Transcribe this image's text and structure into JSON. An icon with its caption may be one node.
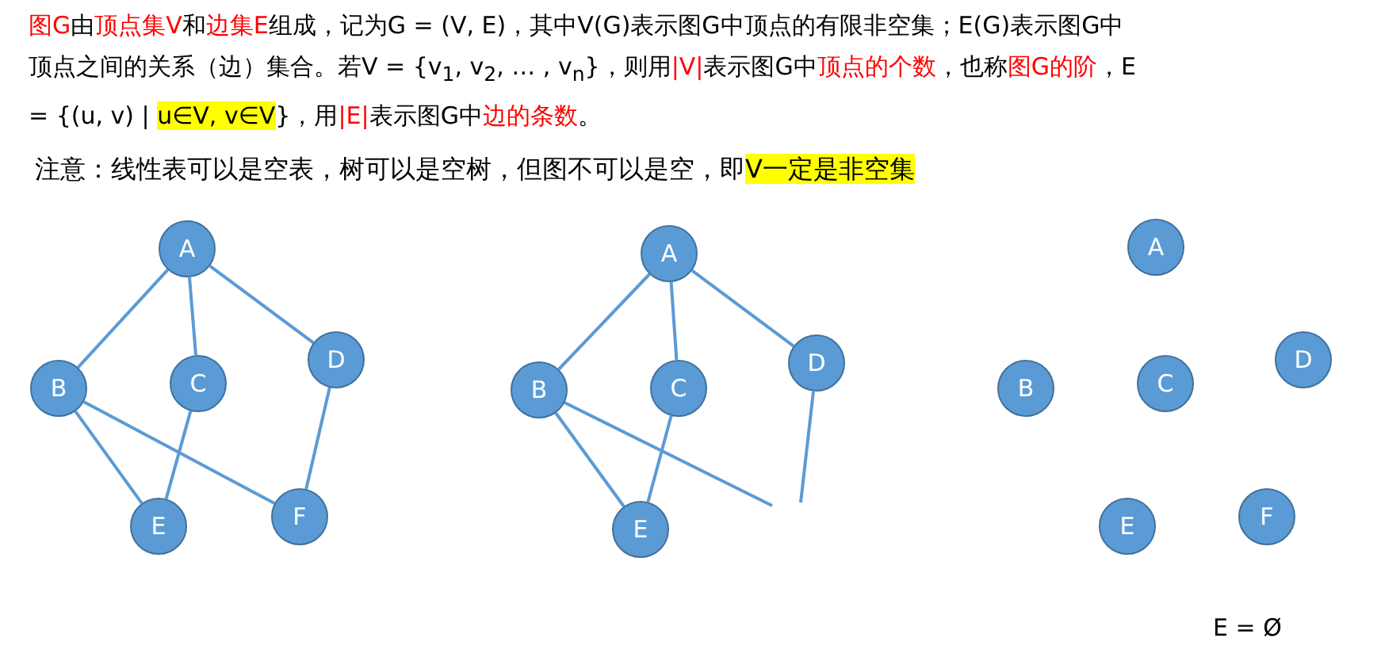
{
  "diagram": {
    "nodes": [
      {
        "text": [
          "A"
        ]
      },
      {
        "text": [
          "B"
        ]
      },
      {
        "text": [
          "C"
        ]
      },
      {
        "text": [
          "D"
        ]
      },
      {
        "text": [
          "E"
        ]
      },
      {
        "text": [
          "F"
        ]
      },
      {
        "text": [
          "A"
        ]
      },
      {
        "text": [
          "B"
        ]
      },
      {
        "text": [
          "C"
        ]
      },
      {
        "text": [
          "D"
        ]
      },
      {
        "text": [
          "E"
        ]
      },
      {
        "text": [
          "A"
        ]
      },
      {
        "text": [
          "B"
        ]
      },
      {
        "text": [
          "C"
        ]
      },
      {
        "text": [
          "D"
        ]
      },
      {
        "text": [
          "E"
        ]
      },
      {
        "text": [
          "F"
        ]
      }
    ],
    "edges": [
      {
        "from": 0,
        "to": 1,
        "arrow": "none"
      },
      {
        "from": 0,
        "to": 2,
        "arrow": "none"
      },
      {
        "from": 0,
        "to": 3,
        "arrow": "none"
      },
      {
        "from": 1,
        "to": 4,
        "arrow": "none"
      },
      {
        "from": 1,
        "to": 5,
        "arrow": "none"
      },
      {
        "from": 2,
        "to": 4,
        "arrow": "none"
      },
      {
        "from": 3,
        "to": 5,
        "arrow": "none"
      },
      {
        "from": 6,
        "to": 7,
        "arrow": "none"
      },
      {
        "from": 6,
        "to": 8,
        "arrow": "none"
      },
      {
        "from": 6,
        "to": 9,
        "arrow": "none"
      },
      {
        "from": 7,
        "to": 10,
        "arrow": "none"
      },
      {
        "from": 8,
        "to": 10,
        "arrow": "none"
      },
      {
        "from": 7,
        "to": null,
        "arrow": "none"
      },
      {
        "from": 9,
        "to": null,
        "arrow": "none"
      }
    ],
    "labels": [
      "图G",
      "由",
      "顶点集V",
      "和",
      "边集E",
      "组成，记为G = (V, E)，其中V(G)表示图G中顶点的有限非空集；E(G)表示图G中顶点之间的关系（边）集合。若V = {v$_{1}$, v$_{2}$, … , v$_{n}$}，则用",
      "|V|",
      "表示图G中",
      "顶点的个数",
      "，也称",
      "图G的阶",
      "，E = {(u, v) | ",
      "u∈V, v∈V",
      "}，用",
      "|E|",
      "表示图G中",
      "边的条数",
      "。",
      "注意：线性表可以是空表，树可以是空树，但图不可以是空，即",
      "V一定是非空集",
      "E = Ø"
    ]
  }
}
